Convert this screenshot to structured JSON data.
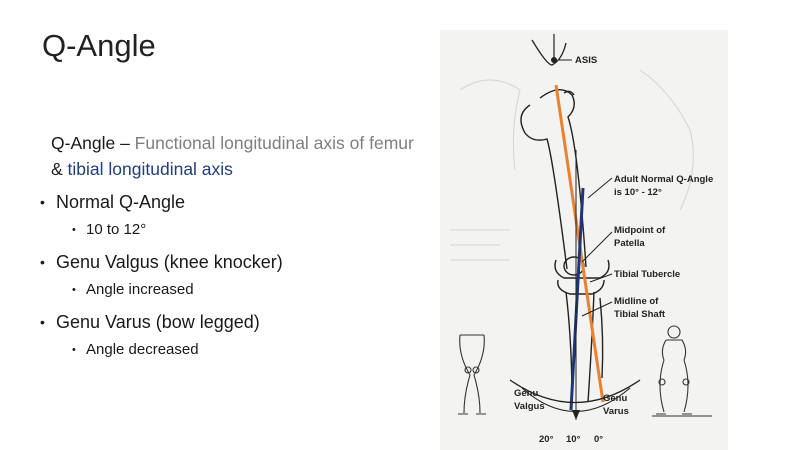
{
  "slide": {
    "title": "Q-Angle",
    "definition": {
      "term": "Q-Angle",
      "dash": " – ",
      "part1": "Functional longitudinal axis of femur",
      "amp": " & ",
      "part2": "tibial longitudinal axis"
    },
    "bullets": [
      {
        "text": "Normal Q-Angle",
        "sub": "10 to 12°"
      },
      {
        "text": "Genu Valgus (knee knocker)",
        "sub": "Angle increased"
      },
      {
        "text": "Genu Varus (bow legged)",
        "sub": "Angle decreased"
      }
    ]
  },
  "figure": {
    "labels": {
      "asis": "ASIS",
      "adult_normal_line1": "Adult Normal Q-Angle",
      "adult_normal_line2": "is 10° - 12°",
      "midpoint_line1": "Midpoint of",
      "midpoint_line2": "Patella",
      "tibial_tubercle": "Tibial Tubercle",
      "midline_line1": "Midline of",
      "midline_line2": "Tibial Shaft",
      "genu_valgus_line1": "Genu",
      "genu_valgus_line2": "Valgus",
      "genu_varus_line1": "Genu",
      "genu_varus_line2": "Varus",
      "scale_20": "20°",
      "scale_10": "10°",
      "scale_0": "0°"
    },
    "colors": {
      "femur_axis": "#e8822e",
      "tibial_axis": "#1f3575",
      "text_gray": "#7f7f7f",
      "text_navy": "#1f3e7a"
    }
  }
}
